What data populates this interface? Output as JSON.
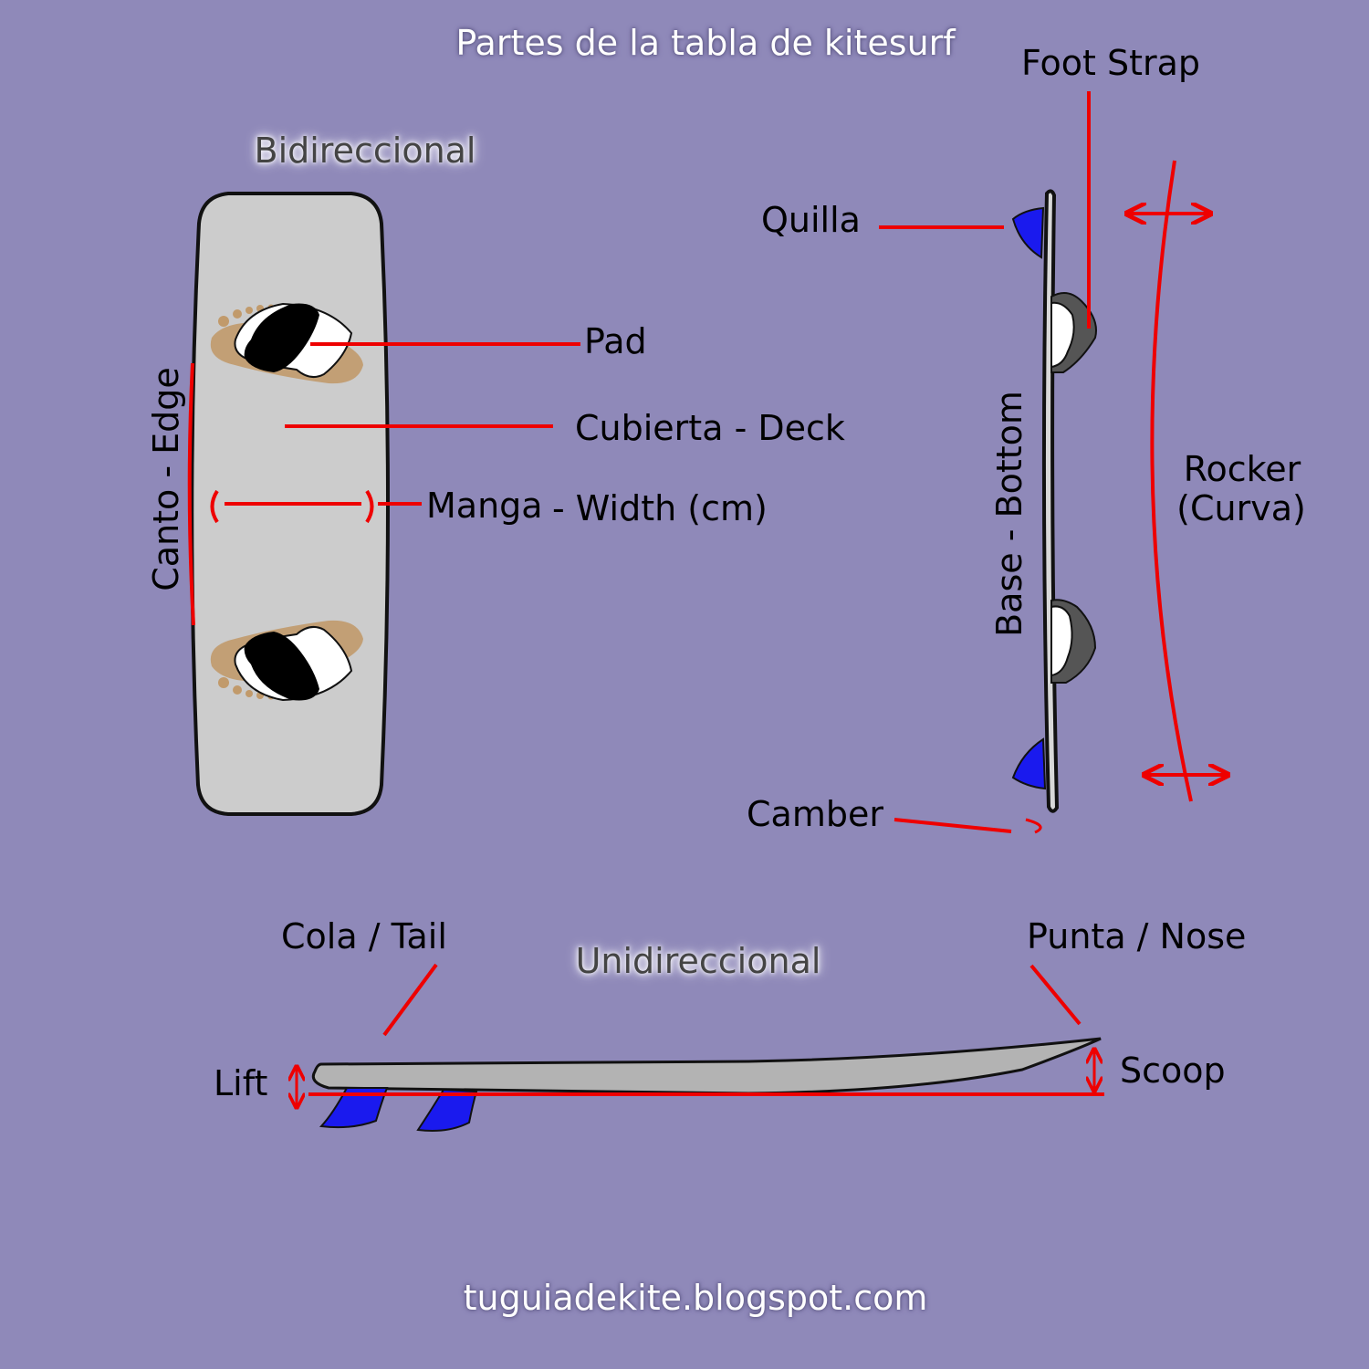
{
  "title": "Partes de la tabla de kitesurf",
  "footer": "tuguiadekite.blogspot.com",
  "colors": {
    "background": "#8f89b9",
    "leader_line": "#ee0000",
    "fin": "#1a1aee",
    "board_deck": "#cccccc",
    "pad": "#c19a6b"
  },
  "twintip": {
    "heading": "Bidireccional",
    "labels": {
      "pad": "Pad",
      "deck": "Cubierta - Deck",
      "width_term": "Manga",
      "width_detail": "- Width (cm)",
      "edge": "Canto - Edge"
    }
  },
  "side_view": {
    "labels": {
      "foot_strap": "Foot Strap",
      "fin": "Quilla",
      "bottom": "Base - Bottom",
      "camber": "Camber",
      "rocker_1": "Rocker",
      "rocker_2": "(Curva)"
    }
  },
  "directional": {
    "heading": "Unidireccional",
    "labels": {
      "tail": "Cola / Tail",
      "nose": "Punta / Nose",
      "lift": "Lift",
      "scoop": "Scoop"
    }
  }
}
